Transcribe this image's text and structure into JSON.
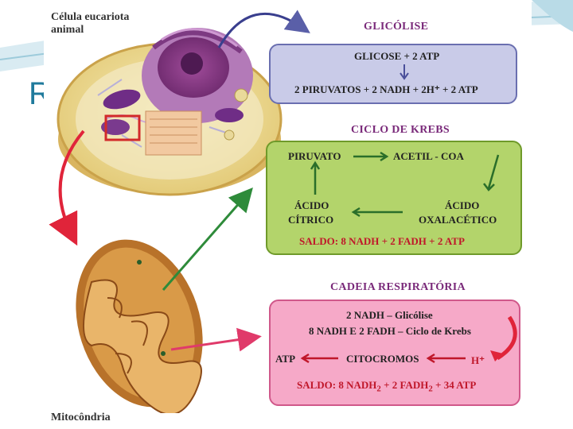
{
  "slide": {
    "title_fragment": "R"
  },
  "cell": {
    "label_line1": "Célula eucariota",
    "label_line2": "animal"
  },
  "mito": {
    "label": "Mitocôndria"
  },
  "glycolysis": {
    "title": "GLICÓLISE",
    "line1": "GLICOSE + 2 ATP",
    "line2": "2 PIRUVATOS + 2 NADH + 2H⁺ + 2 ATP"
  },
  "krebs": {
    "title": "CICLO DE KREBS",
    "piruvato": "PIRUVATO",
    "acetil": "ACETIL - COA",
    "acido1": "ÁCIDO",
    "citrico": "CÍTRICO",
    "acido2": "ÁCIDO",
    "oxalacetico": "OXALACÉTICO",
    "saldo": "SALDO: 8 NADH + 2 FADH + 2 ATP"
  },
  "chain": {
    "title": "CADEIA RESPIRATÓRIA",
    "line1": "2 NADH – Glicólise",
    "line2": "8 NADH E 2 FADH – Ciclo de Krebs",
    "atp": "ATP",
    "citocromos": "CITOCROMOS",
    "hplus": "H⁺",
    "saldo_a": "SALDO: 8 NADH",
    "sub1": "2",
    "saldo_b": " + 2 FADH",
    "sub2": "2",
    "saldo_c": " + 34 ATP"
  },
  "colors": {
    "glycolysis_fill": "#c9cbe8",
    "glycolysis_border": "#6a6fb0",
    "krebs_fill": "#b3d46b",
    "krebs_border": "#6f9a2a",
    "chain_fill": "#f6a9c8",
    "chain_border": "#d0588a",
    "title_purple": "#7a2a7a",
    "saldo_red": "#c0172a"
  }
}
